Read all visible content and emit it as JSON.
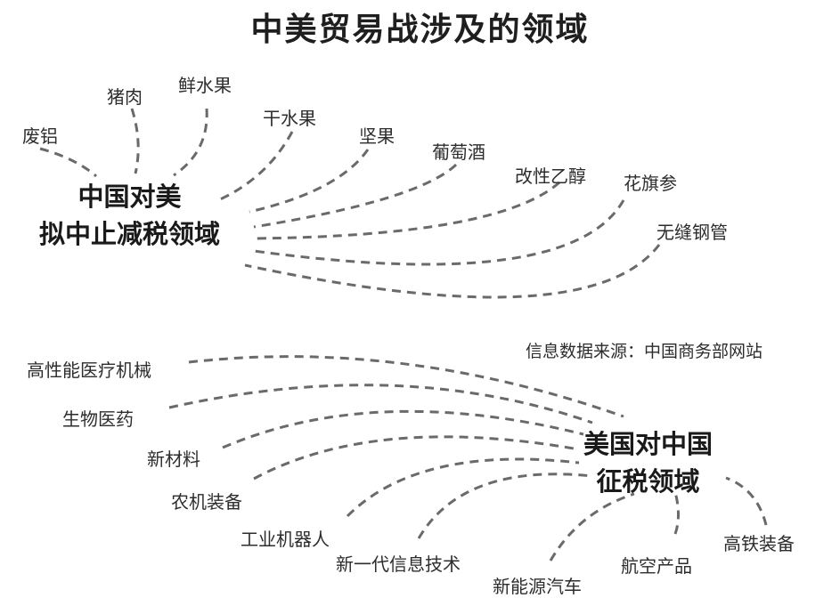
{
  "title": "中美贸易战涉及的领域",
  "source_note": "信息数据来源：中国商务部网站",
  "china_hub": {
    "line1": "中国对美",
    "line2": "拟中止减税领域",
    "items": [
      "废铝",
      "猪肉",
      "鲜水果",
      "干水果",
      "坚果",
      "葡萄酒",
      "改性乙醇",
      "花旗参",
      "无缝钢管"
    ]
  },
  "us_hub": {
    "line1": "美国对中国",
    "line2": "征税领域",
    "items": [
      "高性能医疗机械",
      "生物医药",
      "新材料",
      "农机装备",
      "工业机器人",
      "新一代信息技术",
      "新能源汽车",
      "航空产品",
      "高铁装备"
    ]
  },
  "colors": {
    "text": "#2d2d2d",
    "hub_text": "#1a1a1a",
    "dash": "#6a6a6a",
    "background": "#ffffff"
  }
}
